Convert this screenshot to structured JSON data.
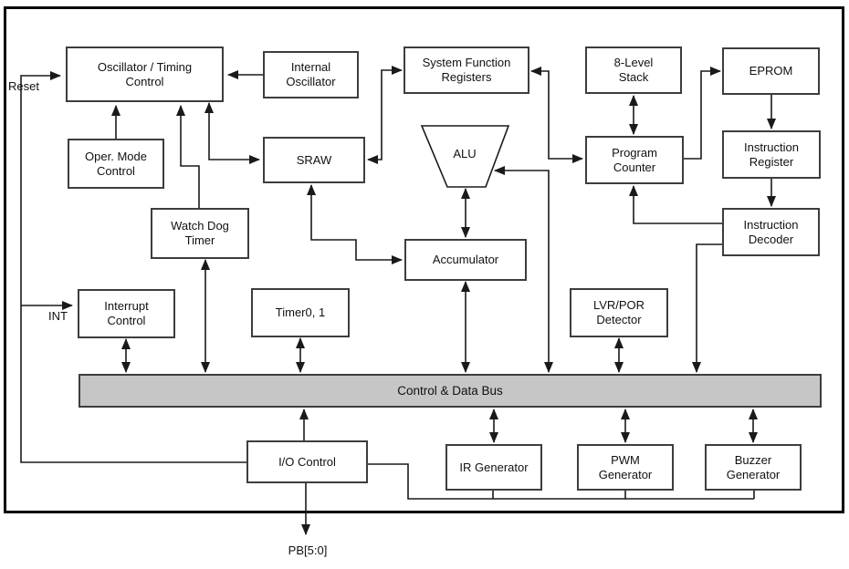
{
  "diagram": {
    "bus": {
      "label": "Control & Data Bus"
    },
    "signals": {
      "reset": "Reset",
      "int": "INT",
      "pb": "PB[5:0]"
    },
    "blocks": {
      "osc_timing": {
        "label": "Oscillator / Timing\nControl"
      },
      "internal_osc": {
        "label": "Internal\nOscillator"
      },
      "sys_func_reg": {
        "label": "System Function\nRegisters"
      },
      "stack": {
        "label": "8-Level\nStack"
      },
      "eprom": {
        "label": "EPROM"
      },
      "oper_mode": {
        "label": "Oper. Mode\nControl"
      },
      "sraw": {
        "label": "SRAW"
      },
      "alu": {
        "label": "ALU"
      },
      "program_counter": {
        "label": "Program\nCounter"
      },
      "instr_register": {
        "label": "Instruction\nRegister"
      },
      "watch_dog": {
        "label": "Watch Dog\nTimer"
      },
      "accumulator": {
        "label": "Accumulator"
      },
      "instr_decoder": {
        "label": "Instruction\nDecoder"
      },
      "interrupt": {
        "label": "Interrupt\nControl"
      },
      "timer01": {
        "label": "Timer0, 1"
      },
      "lvr_por": {
        "label": "LVR/POR\nDetector"
      },
      "io_control": {
        "label": "I/O Control"
      },
      "ir_gen": {
        "label": "IR Generator"
      },
      "pwm_gen": {
        "label": "PWM\nGenerator"
      },
      "buzzer_gen": {
        "label": "Buzzer\nGenerator"
      }
    },
    "colors": {
      "bus_fill": "#c6c6c6",
      "line": "#1a1a1a",
      "box_border": "#3d3d3d",
      "background": "#ffffff"
    }
  }
}
